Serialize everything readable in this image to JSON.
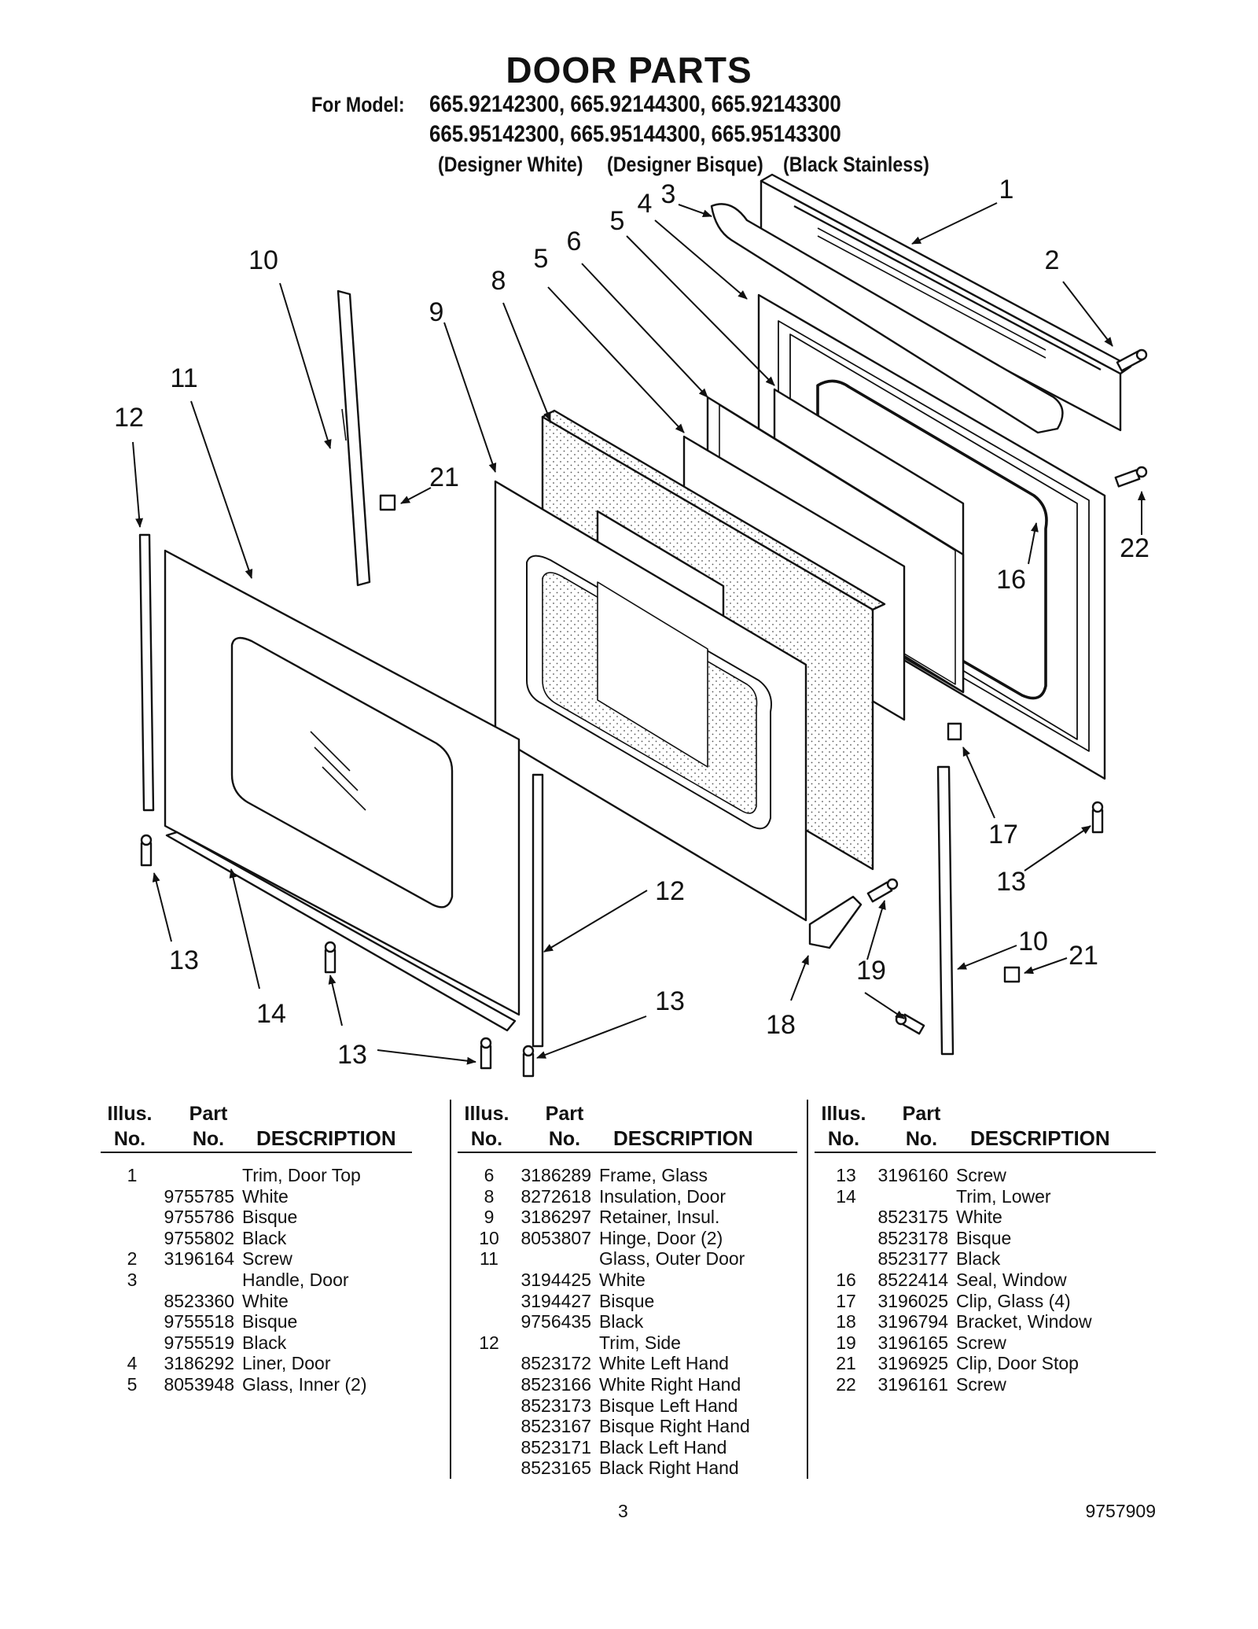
{
  "header": {
    "title": "DOOR PARTS",
    "model_label": "For Model:",
    "model_lines": [
      "665.92142300, 665.92144300, 665.92143300",
      "665.95142300, 665.95144300, 665.95143300"
    ],
    "variants": [
      "(Designer White)",
      "(Designer Bisque)",
      "(Black Stainless)"
    ]
  },
  "callouts": [
    "1",
    "2",
    "3",
    "4",
    "5",
    "5",
    "6",
    "8",
    "9",
    "10",
    "11",
    "12",
    "21",
    "16",
    "22",
    "17",
    "13",
    "13",
    "14",
    "13",
    "12",
    "13",
    "18",
    "19",
    "10",
    "21"
  ],
  "table": {
    "col_illus": "Illus.",
    "col_part": "Part",
    "col_no": "No.",
    "col_desc": "DESCRIPTION",
    "columns": [
      [
        {
          "illus": "1",
          "part": "",
          "desc": "Trim, Door Top"
        },
        {
          "illus": "",
          "part": "9755785",
          "desc": "White"
        },
        {
          "illus": "",
          "part": "9755786",
          "desc": "Bisque"
        },
        {
          "illus": "",
          "part": "9755802",
          "desc": "Black"
        },
        {
          "illus": "2",
          "part": "3196164",
          "desc": "Screw"
        },
        {
          "illus": "3",
          "part": "",
          "desc": "Handle, Door"
        },
        {
          "illus": "",
          "part": "8523360",
          "desc": "White"
        },
        {
          "illus": "",
          "part": "9755518",
          "desc": "Bisque"
        },
        {
          "illus": "",
          "part": "9755519",
          "desc": "Black"
        },
        {
          "illus": "4",
          "part": "3186292",
          "desc": "Liner, Door"
        },
        {
          "illus": "5",
          "part": "8053948",
          "desc": "Glass, Inner (2)"
        }
      ],
      [
        {
          "illus": "6",
          "part": "3186289",
          "desc": "Frame, Glass"
        },
        {
          "illus": "8",
          "part": "8272618",
          "desc": "Insulation, Door"
        },
        {
          "illus": "9",
          "part": "3186297",
          "desc": "Retainer, Insul."
        },
        {
          "illus": "10",
          "part": "8053807",
          "desc": "Hinge, Door (2)"
        },
        {
          "illus": "11",
          "part": "",
          "desc": "Glass, Outer Door"
        },
        {
          "illus": "",
          "part": "3194425",
          "desc": "White"
        },
        {
          "illus": "",
          "part": "3194427",
          "desc": "Bisque"
        },
        {
          "illus": "",
          "part": "9756435",
          "desc": "Black"
        },
        {
          "illus": "12",
          "part": "",
          "desc": "Trim, Side"
        },
        {
          "illus": "",
          "part": "8523172",
          "desc": "White Left Hand"
        },
        {
          "illus": "",
          "part": "8523166",
          "desc": "White Right Hand"
        },
        {
          "illus": "",
          "part": "8523173",
          "desc": "Bisque Left Hand"
        },
        {
          "illus": "",
          "part": "8523167",
          "desc": "Bisque Right Hand"
        },
        {
          "illus": "",
          "part": "8523171",
          "desc": "Black Left Hand"
        },
        {
          "illus": "",
          "part": "8523165",
          "desc": "Black Right Hand"
        }
      ],
      [
        {
          "illus": "13",
          "part": "3196160",
          "desc": "Screw"
        },
        {
          "illus": "14",
          "part": "",
          "desc": "Trim, Lower"
        },
        {
          "illus": "",
          "part": "8523175",
          "desc": "White"
        },
        {
          "illus": "",
          "part": "8523178",
          "desc": "Bisque"
        },
        {
          "illus": "",
          "part": "8523177",
          "desc": "Black"
        },
        {
          "illus": "16",
          "part": "8522414",
          "desc": "Seal, Window"
        },
        {
          "illus": "17",
          "part": "3196025",
          "desc": "Clip, Glass (4)"
        },
        {
          "illus": "18",
          "part": "3196794",
          "desc": "Bracket, Window"
        },
        {
          "illus": "19",
          "part": "3196165",
          "desc": "Screw"
        },
        {
          "illus": "21",
          "part": "3196925",
          "desc": "Clip, Door Stop"
        },
        {
          "illus": "22",
          "part": "3196161",
          "desc": "Screw"
        }
      ]
    ]
  },
  "footer": {
    "page_number": "3",
    "document_number": "9757909"
  }
}
